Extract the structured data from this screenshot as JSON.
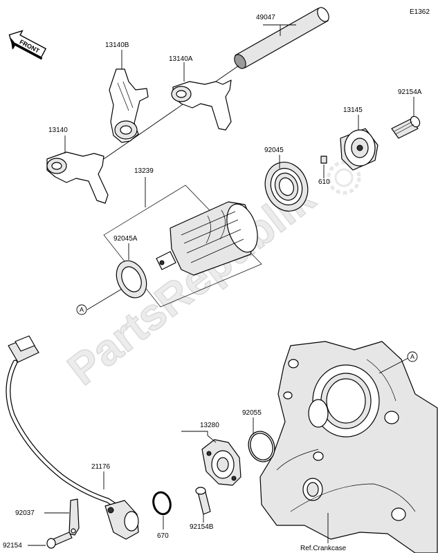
{
  "diagram_code": "E1362",
  "front_badge": "FRONT",
  "watermark": "PartsRepublik",
  "callouts": [
    {
      "id": "49047",
      "label": "49047"
    },
    {
      "id": "13140B",
      "label": "13140B"
    },
    {
      "id": "13140A",
      "label": "13140A"
    },
    {
      "id": "13140",
      "label": "13140"
    },
    {
      "id": "92154A",
      "label": "92154A"
    },
    {
      "id": "13145",
      "label": "13145"
    },
    {
      "id": "92045",
      "label": "92045"
    },
    {
      "id": "610",
      "label": "610"
    },
    {
      "id": "13239",
      "label": "13239"
    },
    {
      "id": "92045A",
      "label": "92045A"
    },
    {
      "id": "13280",
      "label": "13280"
    },
    {
      "id": "92055",
      "label": "92055"
    },
    {
      "id": "21176",
      "label": "21176"
    },
    {
      "id": "92037",
      "label": "92037"
    },
    {
      "id": "670",
      "label": "670"
    },
    {
      "id": "92154B",
      "label": "92154B"
    },
    {
      "id": "92154",
      "label": "92154"
    }
  ],
  "reference_markers": [
    "A",
    "A"
  ],
  "reference_note": "Ref.Crankcase",
  "colors": {
    "line": "#000000",
    "background": "#ffffff",
    "watermark": "#dcdcdc"
  }
}
